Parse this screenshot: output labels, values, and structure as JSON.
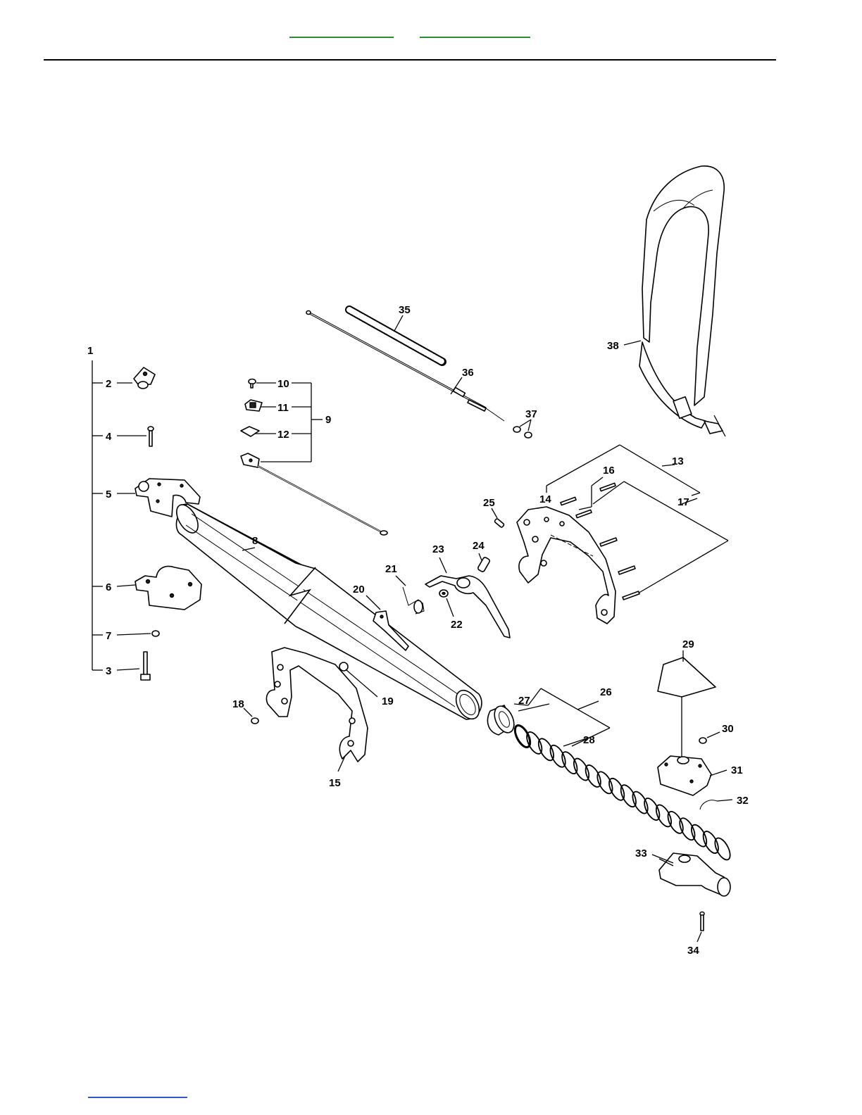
{
  "header": {
    "links": [
      {
        "name": "nav-link-1"
      },
      {
        "name": "nav-link-2"
      }
    ]
  },
  "footer": {
    "links": [
      {
        "name": "footer-link"
      }
    ]
  },
  "diagram": {
    "callouts": [
      "1",
      "2",
      "3",
      "4",
      "5",
      "6",
      "7",
      "8",
      "9",
      "10",
      "11",
      "12",
      "13",
      "14",
      "15",
      "16",
      "17",
      "18",
      "19",
      "20",
      "21",
      "22",
      "23",
      "24",
      "25",
      "26",
      "27",
      "28",
      "29",
      "30",
      "31",
      "32",
      "33",
      "34",
      "35",
      "36",
      "37",
      "38"
    ]
  },
  "colors": {
    "link_green": "#2e8b2e",
    "link_blue": "#3355cc",
    "ink": "#000000"
  }
}
